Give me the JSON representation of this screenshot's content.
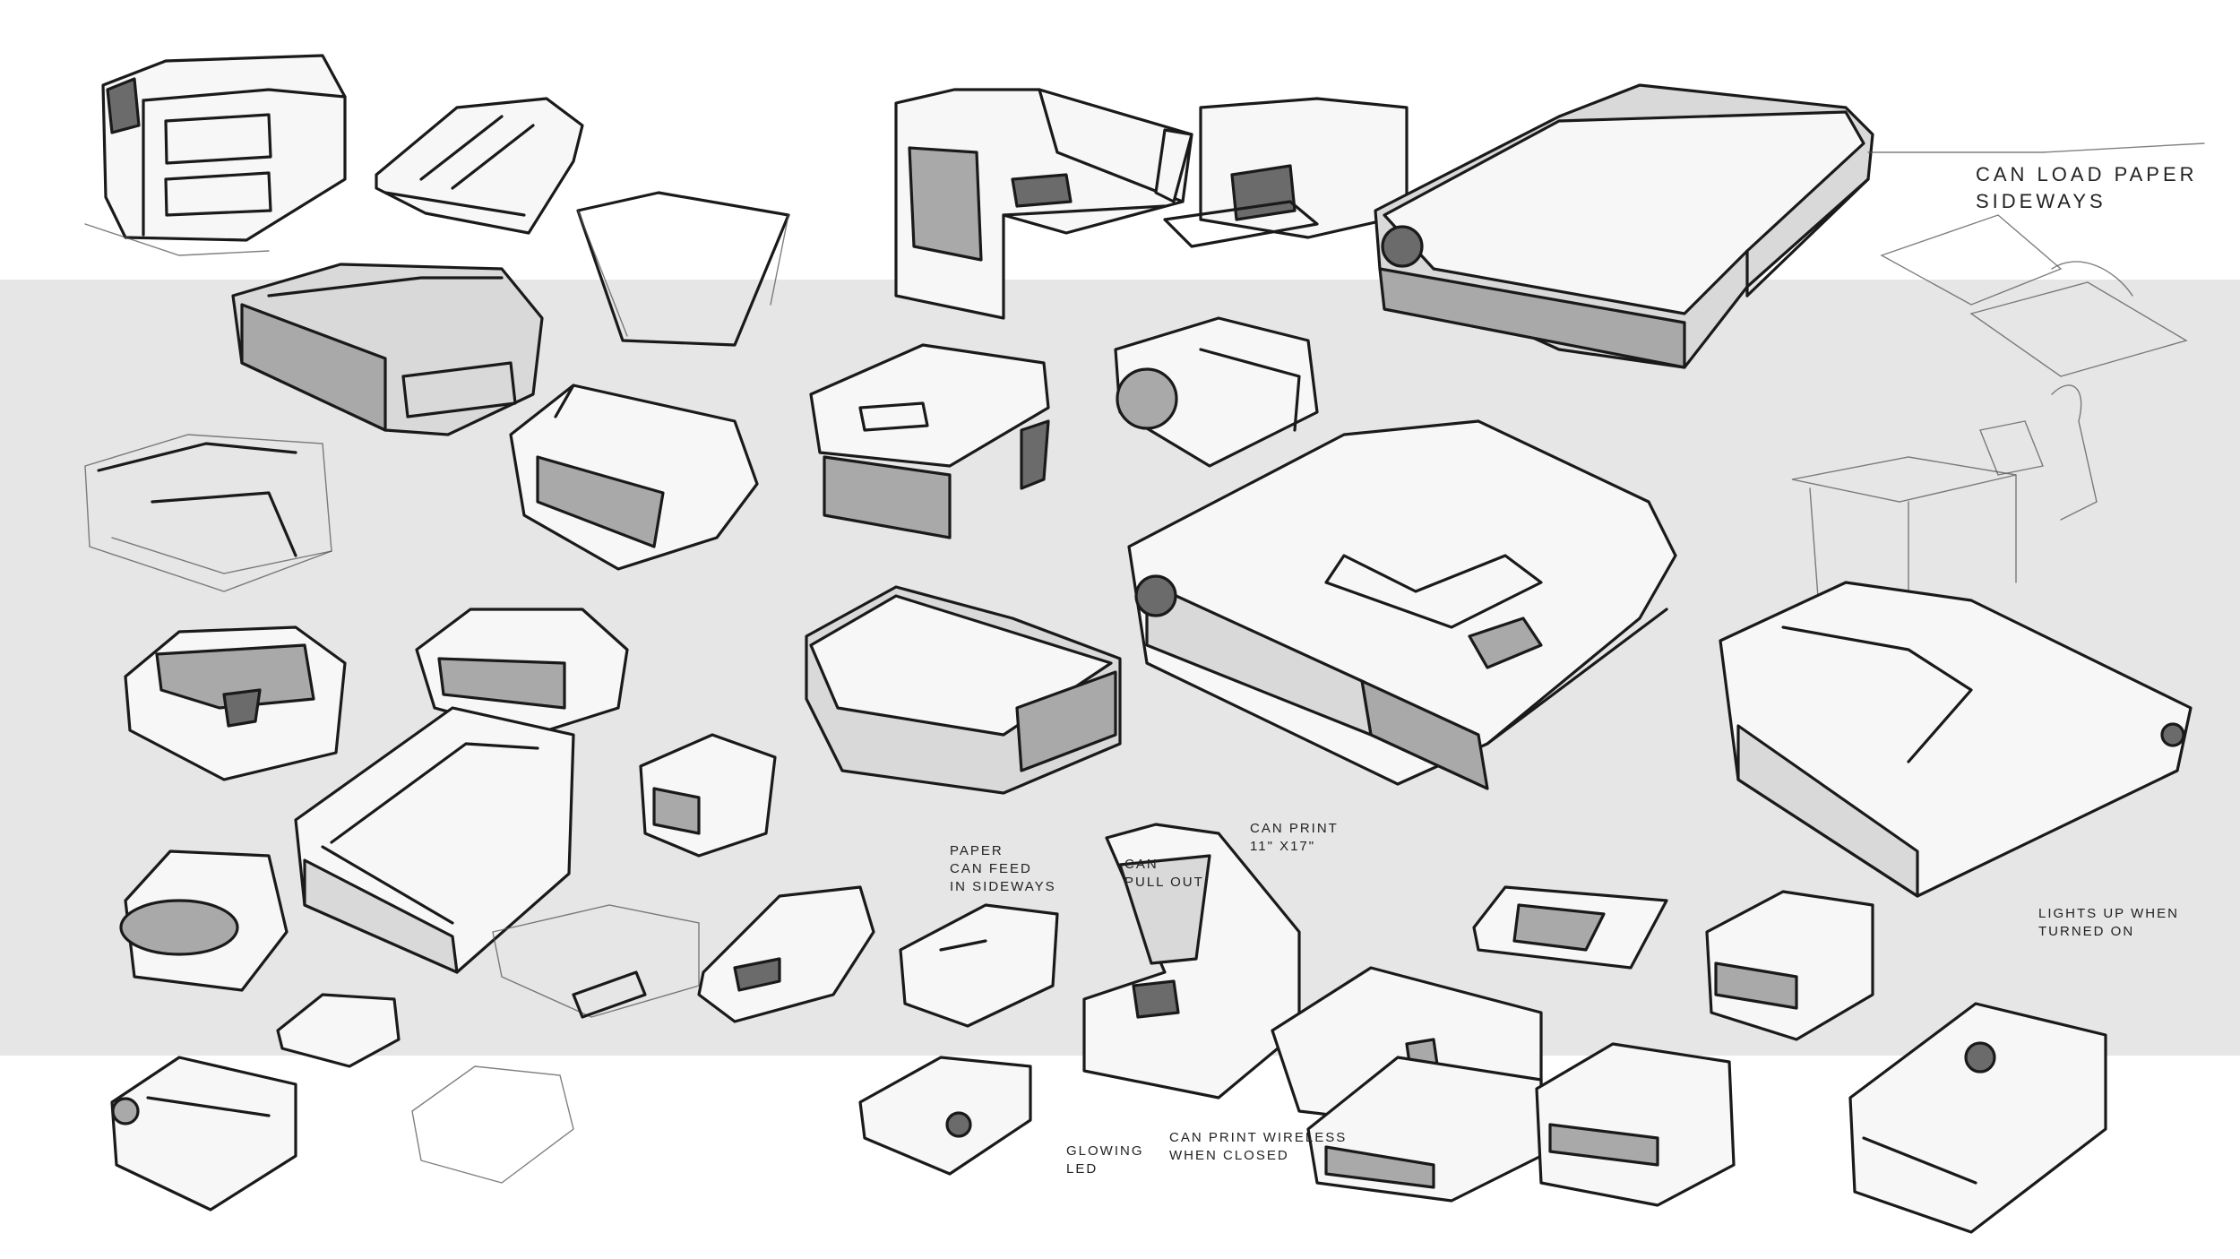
{
  "sheet": {
    "background": "#ffffff",
    "band_color": "#e6e6e6",
    "ink_color": "#1a1a1a"
  },
  "annotations": {
    "load_paper": "CAN LOAD PAPER\nSIDEWAYS",
    "print_size": "CAN PRINT\n11\" x17\"",
    "paper_feed": "PAPER\nCAN FEED\nIN SIDEWAYS",
    "pull_out": "CAN\nPULL OUT",
    "glowing_led": "GLOWING\nLED",
    "print_wireless": "CAN PRINT WIRELESS\nWHEN CLOSED",
    "lights_up": "LIGHTS UP WHEN\nTURNED ON"
  }
}
